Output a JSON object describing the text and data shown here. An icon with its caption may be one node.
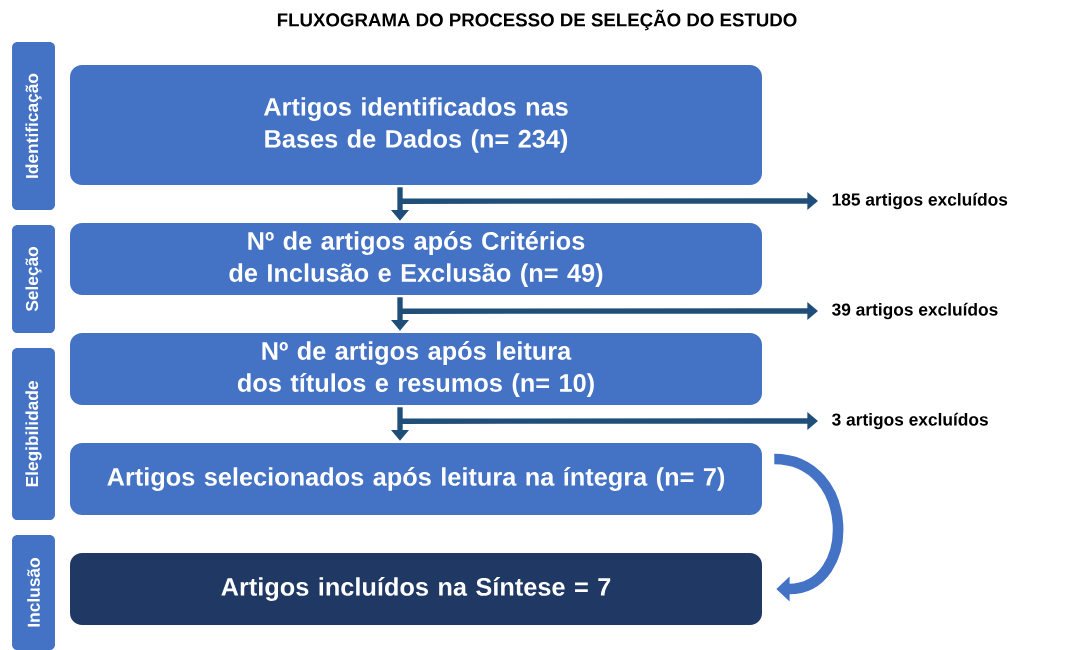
{
  "diagram": {
    "title": "FLUXOGRAMA DO PROCESSO DE SELEÇÃO DO ESTUDO",
    "nodes": [
      {
        "text": [
          "Identificação"
        ]
      },
      {
        "text": [
          "Seleção"
        ]
      },
      {
        "text": [
          "Elegibilidade"
        ]
      },
      {
        "text": [
          "Inclusão"
        ]
      },
      {
        "text": [
          "Artigos identificados nas Bases de Dados (n= 234)"
        ]
      },
      {
        "text": [
          "Nº de artigos após Critérios de Inclusão e Exclusão (n= 49)"
        ]
      },
      {
        "text": [
          "Nº de artigos após leitura dos títulos e resumos (n= 10)"
        ]
      },
      {
        "text": [
          "Artigos selecionados após leitura na íntegra (n= 7)"
        ]
      },
      {
        "text": [
          "Artigos incluídos na Síntese = 7"
        ]
      },
      {
        "text": [
          "185 artigos excluídos"
        ]
      },
      {
        "text": [
          "39 artigos excluídos"
        ]
      },
      {
        "text": [
          "3 artigos excluídos"
        ]
      }
    ],
    "edges": [
      {
        "from": 4,
        "to": 5,
        "arrow": "to"
      },
      {
        "from": 4,
        "to": 9,
        "arrow": "to"
      },
      {
        "from": 5,
        "to": 6,
        "arrow": "to"
      },
      {
        "from": 5,
        "to": 10,
        "arrow": "to"
      },
      {
        "from": 6,
        "to": 7,
        "arrow": "to"
      },
      {
        "from": 6,
        "to": 11,
        "arrow": "to"
      },
      {
        "from": 7,
        "to": 8,
        "arrow": "to",
        "style": "thick",
        "color": "#4472c4"
      }
    ]
  }
}
